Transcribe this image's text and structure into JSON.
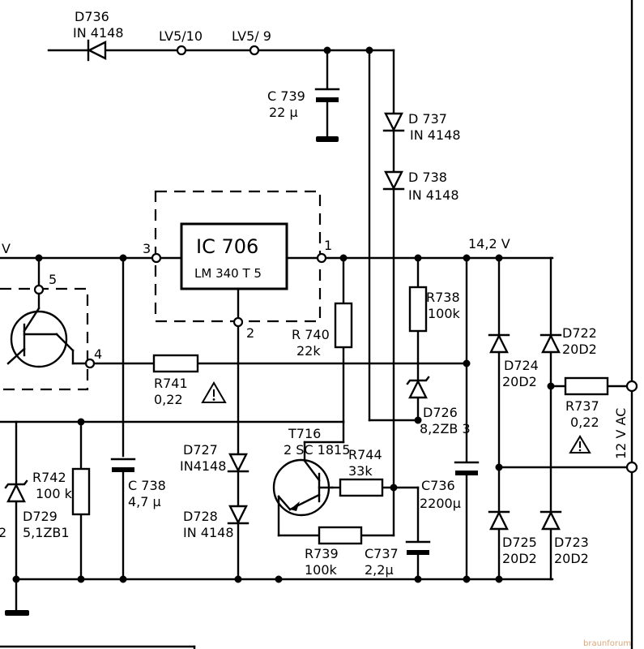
{
  "labels": {
    "d736": "D736",
    "d736_type": "IN 4148",
    "lv5_10": "LV5/10",
    "lv5_9": "LV5/ 9",
    "c739": "C 739",
    "c739_val": "22 µ",
    "d737": "D 737",
    "d737_type": "IN 4148",
    "d738": "D 738",
    "d738_type": "IN 4148",
    "ic706": "IC 706",
    "ic706_type": "LM 340 T 5",
    "pin3": "3",
    "pin1": "1",
    "pin2": "2",
    "pin4": "4",
    "pin5": "5",
    "v_left": "V",
    "v142": "14,2 V",
    "r738": "R738",
    "r738_val": "100k",
    "r740": "R 740",
    "r740_val": "22k",
    "r741": "R741",
    "r741_val": "0,22",
    "d726": "D726",
    "d726_type": "8,2ZB 3",
    "d724": "D724",
    "d724_type": "20D2",
    "d722": "D722",
    "d722_type": "20D2",
    "r737": "R737",
    "r737_val": "0,22",
    "v12ac": "12 V AC",
    "t716": "T716",
    "t716_type": "2 SC 1815",
    "r744": "R744",
    "r744_val": "33k",
    "c736": "C736",
    "c736_val": "2200µ",
    "d727": "D727",
    "d727_type": "IN4148",
    "d728": "D728",
    "d728_type": "IN 4148",
    "c738": "C 738",
    "c738_val": "4,7 µ",
    "r742": "R742",
    "r742_val": "100 k",
    "d729": "D729",
    "d729_type": "5,1ZB1",
    "frag2": "2",
    "r739": "R739",
    "r739_val": "100k",
    "c737": "C737",
    "c737_val": "2,2µ",
    "d725": "D725",
    "d725_type": "20D2",
    "d723": "D723",
    "d723_type": "20D2",
    "watermark": "braunforum"
  }
}
